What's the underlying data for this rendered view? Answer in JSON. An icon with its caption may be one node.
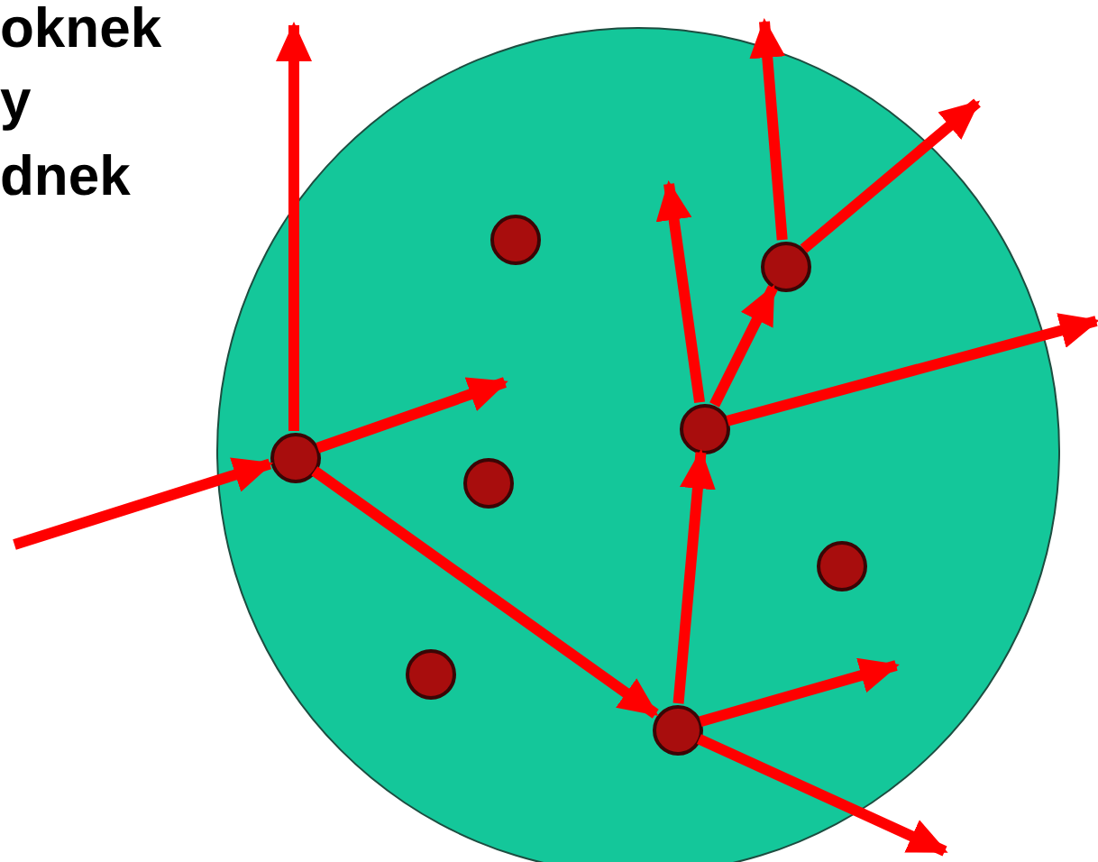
{
  "diagram": {
    "nodes": [
      {
        "text": [],
        "shape": "circle"
      },
      {
        "text": [],
        "shape": "circle",
        "in": 0
      },
      {
        "text": [],
        "shape": "circle",
        "in": 0
      },
      {
        "text": [],
        "shape": "circle",
        "in": 0
      },
      {
        "text": [],
        "shape": "circle",
        "in": 0
      },
      {
        "text": [],
        "shape": "circle",
        "in": 0
      },
      {
        "text": [],
        "shape": "circle",
        "in": 0
      },
      {
        "text": [],
        "shape": "circle",
        "in": 0
      },
      {
        "text": [],
        "shape": "circle",
        "in": 0
      }
    ],
    "edges": [
      {
        "from": null,
        "to": 4,
        "arrow": "to"
      },
      {
        "from": 4,
        "to": null,
        "arrow": "to"
      },
      {
        "from": 4,
        "to": null,
        "arrow": "to"
      },
      {
        "from": 4,
        "to": 8,
        "arrow": "to"
      },
      {
        "from": 8,
        "to": 3,
        "arrow": "to"
      },
      {
        "from": 8,
        "to": null,
        "arrow": "to"
      },
      {
        "from": 8,
        "to": null,
        "arrow": "to"
      },
      {
        "from": 3,
        "to": null,
        "arrow": "to"
      },
      {
        "from": 3,
        "to": 2,
        "arrow": "to"
      },
      {
        "from": 3,
        "to": null,
        "arrow": "to"
      },
      {
        "from": 2,
        "to": null,
        "arrow": "to"
      },
      {
        "from": 2,
        "to": null,
        "arrow": "to"
      }
    ],
    "labels": [
      "oknek",
      "y",
      "dnek"
    ]
  }
}
